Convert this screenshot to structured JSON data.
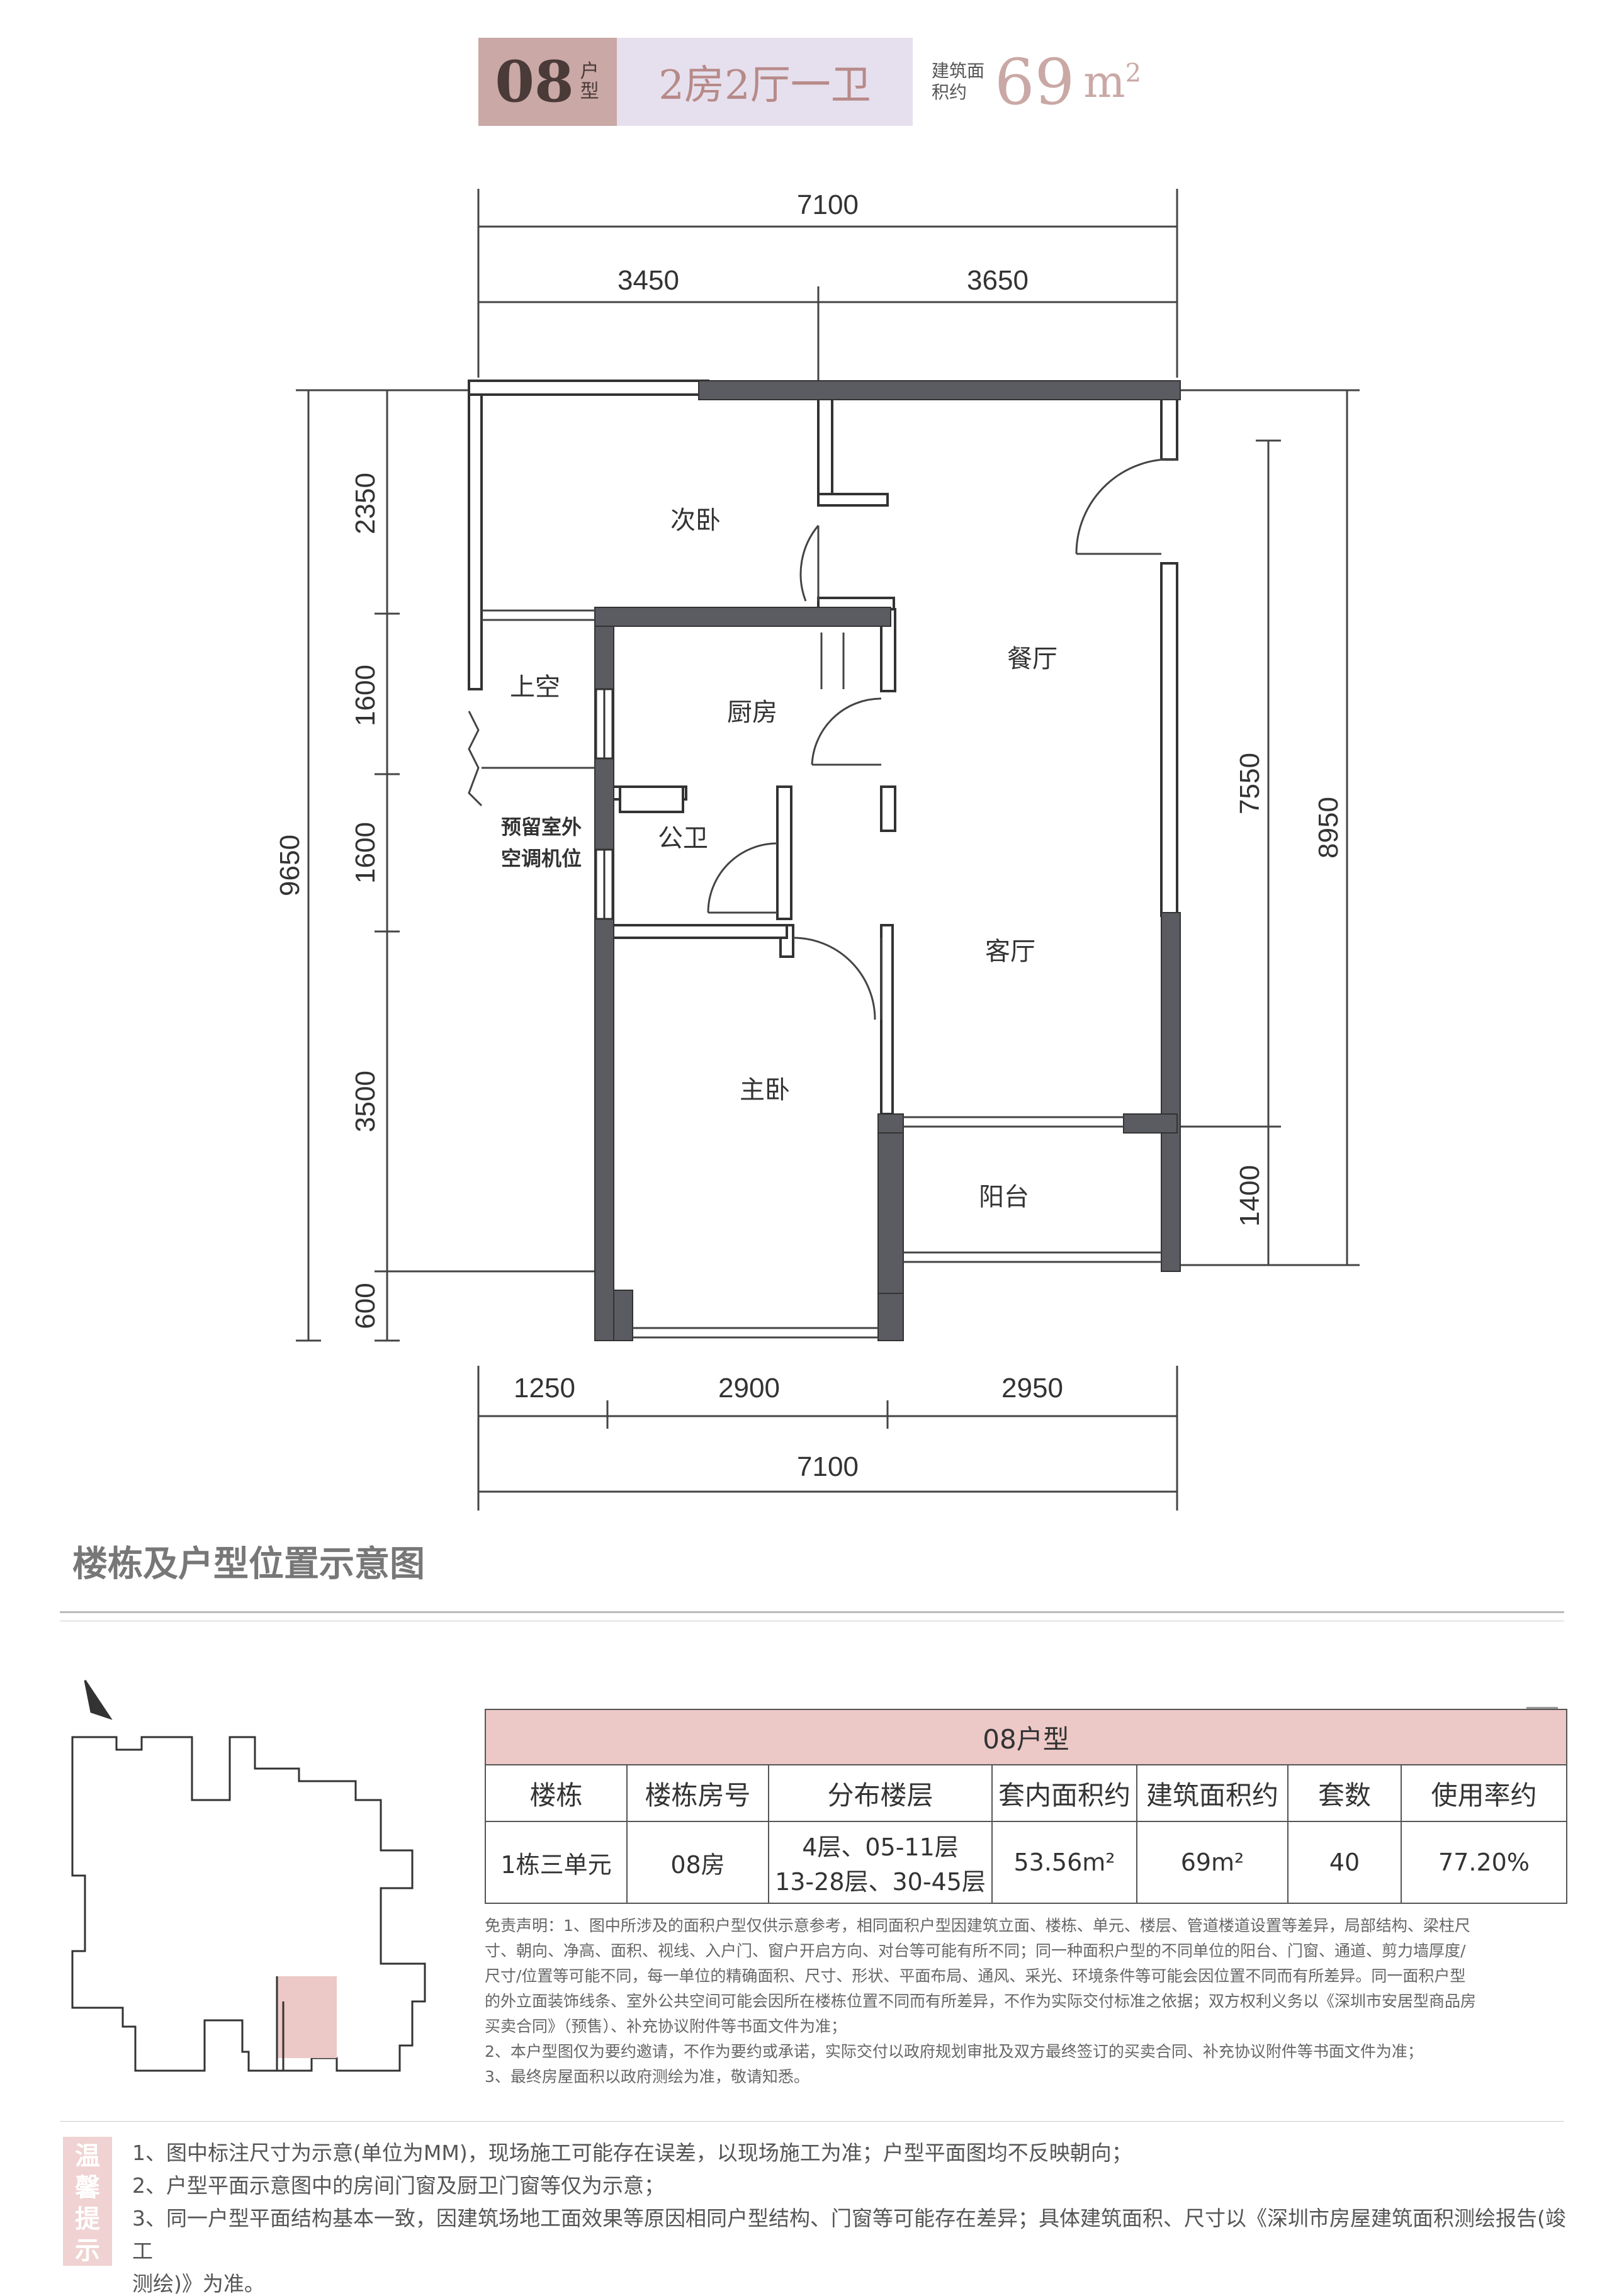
{
  "header": {
    "code": "08",
    "code_suffix": "户型",
    "rooms": "2房2厅一卫",
    "area_label": "建筑面积约",
    "area_value": "69",
    "area_unit": "m",
    "area_unit_sup": "2"
  },
  "plan": {
    "dims_top": {
      "total": "7100",
      "left": "3450",
      "right": "3650"
    },
    "dims_bottom": {
      "total": "7100",
      "a": "1250",
      "b": "2900",
      "c": "2950"
    },
    "dims_left": {
      "total": "9650",
      "d1": "2350",
      "d2": "1600",
      "d3": "1600",
      "d4": "3500",
      "d5": "600"
    },
    "dims_right": {
      "total": "8950",
      "d1": "7550",
      "d2": "1400"
    },
    "rooms": {
      "bedroom2": "次卧",
      "void": "上空",
      "kitchen": "厨房",
      "dining": "餐厅",
      "ac_line1": "预留室外",
      "ac_line2": "空调机位",
      "bath": "公卫",
      "living": "客厅",
      "master": "主卧",
      "balcony": "阳台"
    }
  },
  "section_title": "楼栋及户型位置示意图",
  "table": {
    "title": "08户型",
    "headers": [
      "楼栋",
      "楼栋房号",
      "分布楼层",
      "套内面积约",
      "建筑面积约",
      "套数",
      "使用率约"
    ],
    "row": {
      "building": "1栋三单元",
      "room_no": "08房",
      "floors_1": "4层、05-11层",
      "floors_2": "13-28层、30-45层",
      "inner_area": "53.56m²",
      "gross_area": "69m²",
      "count": "40",
      "ratio": "77.20%"
    }
  },
  "disclaimer": [
    "免责声明：1、图中所涉及的面积户型仅供示意参考，相同面积户型因建筑立面、楼栋、单元、楼层、管道楼道设置等差异，局部结构、梁柱尺",
    "寸、朝向、净高、面积、视线、入户门、窗户开启方向、对台等可能有所不同；同一种面积户型的不同单位的阳台、门窗、通道、剪力墙厚度/",
    "尺寸/位置等可能不同，每一单位的精确面积、尺寸、形状、平面布局、通风、采光、环境条件等可能会因位置不同而有所差异。同一面积户型",
    "的外立面装饰线条、室外公共空间可能会因所在楼栋位置不同而有所差异，不作为实际交付标准之依据；双方权利义务以《深圳市安居型商品房",
    "买卖合同》（预售）、补充协议附件等书面文件为准；",
    "2、本户型图仅为要约邀请，不作为要约或承诺，实际交付以政府规划审批及双方最终签订的买卖合同、补充协议附件等书面文件为准；",
    "3、最终房屋面积以政府测绘为准，敬请知悉。"
  ],
  "tips_tab": "温馨提示",
  "tips": [
    "1、图中标注尺寸为示意(单位为MM)，现场施工可能存在误差，以现场施工为准；户型平面图均不反映朝向；",
    "2、户型平面示意图中的房间门窗及厨卫门窗等仅为示意；",
    "3、同一户型平面结构基本一致，因建筑场地工面效果等原因相同户型结构、门窗等可能存在差异；具体建筑面积、尺寸以《深圳市房屋建筑面积测绘报告(竣工",
    "测绘)》为准。"
  ]
}
